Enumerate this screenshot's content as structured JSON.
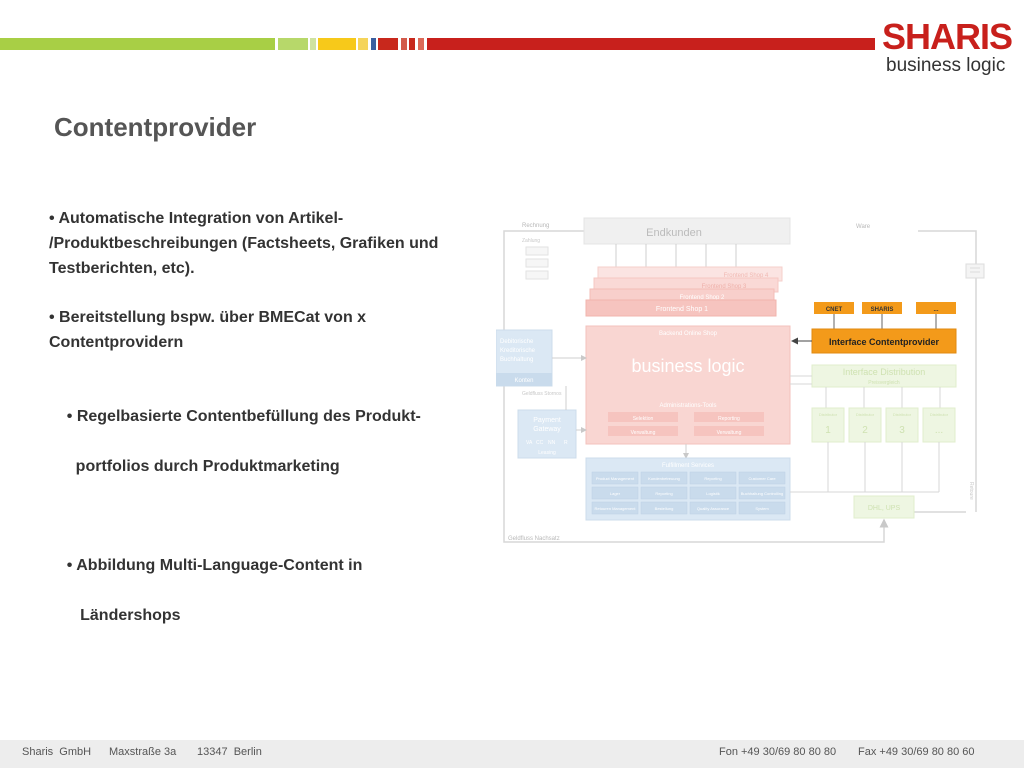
{
  "logo": {
    "main": "SHARIS",
    "sub": "business logic"
  },
  "title": "Contentprovider",
  "bullets": [
    {
      "line1": "• Automatische Integration von Artikel-",
      "line2": "/Produktbeschreibungen (Factsheets, Grafiken und",
      "line3": "Testberichten, etc)."
    },
    {
      "line1": "• Bereitstellung bspw. über BMECat von x",
      "line2": "Contentprovidern"
    },
    {
      "line1": "• Regelbasierte Contentbefüllung des Produkt-",
      "line2": "  portfolios durch Produktmarketing"
    },
    {
      "line1": "• Abbildung Multi-Language-Content in",
      "line2": "   Ländershops"
    }
  ],
  "diagram": {
    "endkunden": "Endkunden",
    "rechnung": "Rechnung",
    "ware": "Ware",
    "shops": [
      "Frontend Shop 4",
      "Frontend Shop 3",
      "Frontend Shop 2",
      "Frontend Shop 1"
    ],
    "backend": "Backend Online Shop",
    "core": "business logic",
    "admin": "Administrations-Tools",
    "admin_items": [
      "Selektion",
      "Reporting",
      "Verwaltung",
      "Verwaltung"
    ],
    "debitor": {
      "l1": "Debitorische",
      "l2": "Kreditorische",
      "l3": "Buchhaltung",
      "sub": "Konten"
    },
    "payment": {
      "l1": "Payment",
      "l2": "Gateway",
      "codes": [
        "VA",
        "CC",
        "NN",
        "R"
      ],
      "sub": "Leasing"
    },
    "fulfillment": "Fulfillment Services",
    "fulfillment_items": [
      "Product Management",
      "Kundenbetreuung",
      "Reporting",
      "Customer Care",
      "Lager",
      "Reporting",
      "Logistik",
      "Buchhaltung Controlling",
      "Retouren Management",
      "Bestellung",
      "Quality Assurance",
      "System"
    ],
    "providers": [
      "CNET",
      "SHARIS",
      "..."
    ],
    "interface_cp": "Interface Contentprovider",
    "interface_dist": "Interface Distribution",
    "interface_dist_sub": "Preisvergleich",
    "distributors": [
      {
        "label": "Distributor",
        "num": "1"
      },
      {
        "label": "Distributor",
        "num": "2"
      },
      {
        "label": "Distributor",
        "num": "3"
      },
      {
        "label": "Distributor",
        "num": "..."
      }
    ],
    "shipping": "DHL, UPS",
    "retoure": "Retoure",
    "zahlung": "Zahlung",
    "geldfluss": "Geldfluss Nachsatz",
    "geldfluss_left": "Geldfluss Stornos"
  },
  "footer": {
    "company": "Sharis  GmbH",
    "street": "Maxstraße 3a",
    "city": "13347  Berlin",
    "phone": "Fon +49 30/69 80 80 80",
    "fax": "Fax +49 30/69 80 80 60"
  },
  "colors": {
    "green": "#99cc33",
    "yellow": "#ffcc00",
    "blue": "#3366aa",
    "red": "#cc2211",
    "orange": "#f39a1a",
    "brand_red": "#c8201c"
  }
}
